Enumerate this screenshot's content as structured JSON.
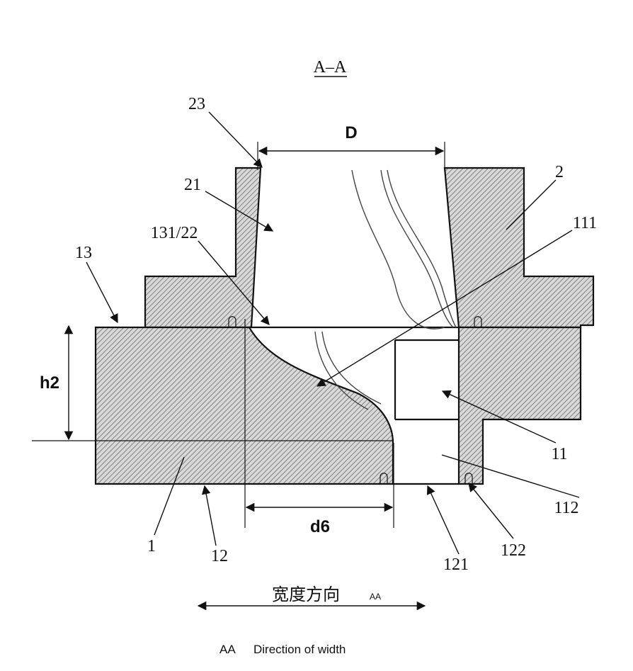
{
  "section_title": "A–A",
  "labels": {
    "l23": "23",
    "lD": "D",
    "l21": "21",
    "l2": "2",
    "l111": "111",
    "l13122": "131/22",
    "l13": "13",
    "lh2": "h2",
    "l11": "11",
    "l112": "112",
    "ld6": "d6",
    "l1": "1",
    "l12": "12",
    "l121": "121",
    "l122": "122"
  },
  "direction": {
    "cn": "宽度方向",
    "code": "AA",
    "caption_code": "AA",
    "caption_text": "Direction of width"
  }
}
